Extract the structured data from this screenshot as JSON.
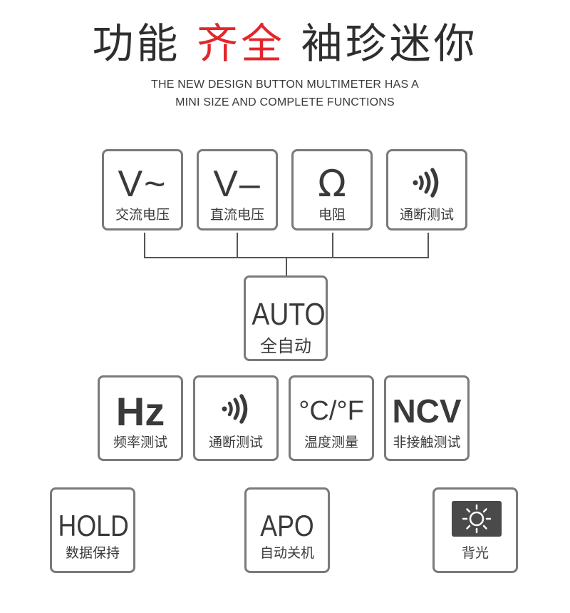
{
  "title": {
    "part1": "功能",
    "highlight": "齐全",
    "part2": "袖珍迷你",
    "highlight_color": "#e2262c"
  },
  "subtitle": {
    "line1": "THE NEW DESIGN BUTTON MULTIMETER HAS A",
    "line2": "MINI SIZE AND COMPLETE FUNCTIONS"
  },
  "measure_row": [
    {
      "symbol": "V~",
      "label": "交流电压"
    },
    {
      "symbol": "V–",
      "label": "直流电压"
    },
    {
      "symbol": "Ω",
      "label": "电阻"
    },
    {
      "icon": "sound-waves-icon",
      "label": "通断测试"
    }
  ],
  "auto": {
    "symbol": "AUTO",
    "label": "全自动"
  },
  "function_row": [
    {
      "symbol": "Hz",
      "label": "频率测试"
    },
    {
      "icon": "sound-waves-icon",
      "label": "通断测试"
    },
    {
      "symbol": "°C/°F",
      "label": "温度测量"
    },
    {
      "symbol": "NCV",
      "label": "非接触测试"
    }
  ],
  "feature_row": [
    {
      "symbol": "HOLD",
      "label": "数据保持"
    },
    {
      "symbol": "APO",
      "label": "自动关机"
    },
    {
      "icon": "sun-icon",
      "label": "背光"
    }
  ],
  "colors": {
    "border": "#7a7a7a",
    "text": "#3a3a3a",
    "icon_bg": "#4a4a4a"
  }
}
